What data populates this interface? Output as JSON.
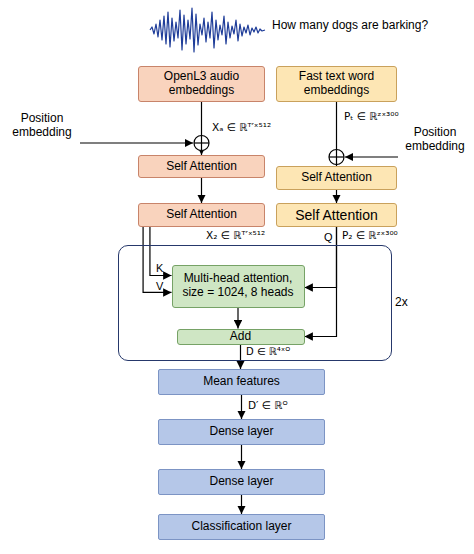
{
  "diagram": {
    "nodes": [
      {
        "text": [
          "OpenL3 audio embeddings"
        ]
      },
      {
        "text": [
          "Self Attention"
        ]
      },
      {
        "text": [
          "Self Attention"
        ]
      },
      {
        "text": [
          "Fast text word embeddings"
        ]
      },
      {
        "text": [
          "Self Attention"
        ]
      },
      {
        "text": [
          "Self Attention"
        ]
      },
      {
        "text": [
          "2x"
        ]
      },
      {
        "text": [
          "Multi-head attention, size = 1024, 8 heads"
        ],
        "in": 6
      },
      {
        "text": [
          "Add"
        ],
        "in": 6
      },
      {
        "text": [
          "Mean features"
        ]
      },
      {
        "text": [
          "Dense layer"
        ]
      },
      {
        "text": [
          "Dense layer"
        ]
      },
      {
        "text": [
          "Classification layer"
        ]
      }
    ],
    "edges": [
      {
        "from": 0,
        "to": 1,
        "arrow": "to"
      },
      {
        "from": 1,
        "to": 2,
        "arrow": "to"
      },
      {
        "from": 3,
        "to": 4,
        "arrow": "to"
      },
      {
        "from": 4,
        "to": 5,
        "arrow": "to"
      },
      {
        "from": 2,
        "to": 7,
        "label": "K",
        "arrow": "to"
      },
      {
        "from": 2,
        "to": 7,
        "label": "V",
        "arrow": "to"
      },
      {
        "from": 5,
        "to": 7,
        "label": "Q",
        "arrow": "to"
      },
      {
        "from": 5,
        "to": 8,
        "arrow": "to"
      },
      {
        "from": 7,
        "to": 8,
        "arrow": "to"
      },
      {
        "from": 8,
        "to": 9,
        "arrow": "to"
      },
      {
        "from": 9,
        "to": 10,
        "arrow": "to"
      },
      {
        "from": 10,
        "to": 11,
        "arrow": "to"
      },
      {
        "from": 11,
        "to": 12,
        "arrow": "to"
      }
    ],
    "labels": [
      "How many dogs are barking?",
      "Position embedding",
      "Xₐ ∈ ℝᵀ′ˣ⁵¹²",
      "Pₜ ∈ ℝᶻˣ³⁰⁰",
      "Position embedding",
      "X₂ ∈ ℝᵀ′ˣ⁵¹²",
      "P₂ ∈ ℝᶻˣ³⁰⁰",
      "D ∈ ℝ⁴ˣᴼ",
      "D′ ∈ ℝᴼ"
    ]
  }
}
